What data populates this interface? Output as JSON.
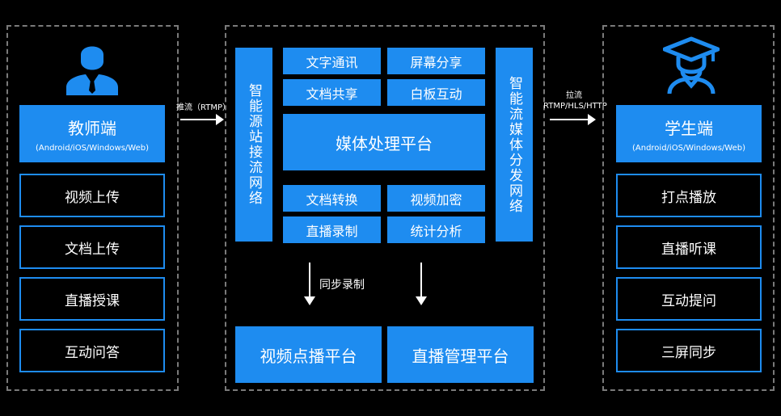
{
  "teacher": {
    "title": "教师端",
    "platforms": "(Android/iOS/Windows/Web)",
    "items": [
      "视频上传",
      "文档上传",
      "直播授课",
      "互动问答"
    ]
  },
  "push_label": "推流（RTMP）",
  "center": {
    "left_vertical": "智能源站接流网络",
    "right_vertical": "智能流媒体分发网络",
    "top_items": [
      "文字通讯",
      "屏幕分享",
      "文档共享",
      "白板互动"
    ],
    "core": "媒体处理平台",
    "bottom_items": [
      "文档转换",
      "视频加密",
      "直播录制",
      "统计分析"
    ],
    "sync_label": "同步录制",
    "platforms": [
      "视频点播平台",
      "直播管理平台"
    ]
  },
  "pull_label": {
    "line1": "拉流",
    "line2": "RTMP/HLS/HTTP"
  },
  "student": {
    "title": "学生端",
    "platforms": "(Android/iOS/Windows/Web)",
    "items": [
      "打点播放",
      "直播听课",
      "互动提问",
      "三屏同步"
    ]
  },
  "colors": {
    "accent": "#1e8cf0",
    "background": "#000000",
    "dash": "#7a7a7a"
  },
  "icons": {
    "teacher": "teacher-icon",
    "student": "graduate-icon"
  }
}
